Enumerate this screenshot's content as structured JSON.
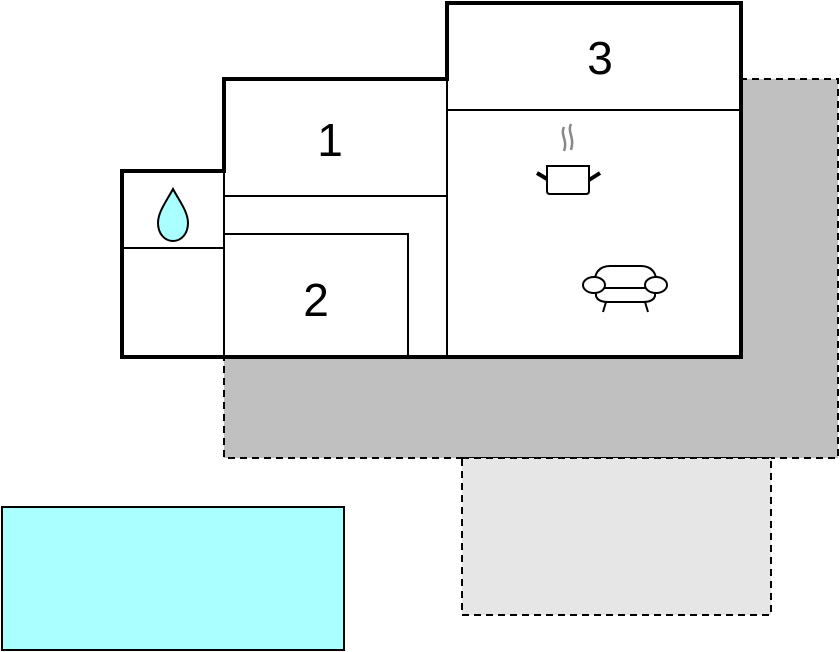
{
  "floorplan": {
    "rooms": [
      {
        "label": "1"
      },
      {
        "label": "2"
      },
      {
        "label": "3"
      }
    ],
    "icons": [
      "water-drop-icon",
      "cooking-pot-icon",
      "sofa-icon"
    ],
    "colors": {
      "terrace": "#c0c0c0",
      "garden": "#e6e6e6",
      "pool": "#aaffff",
      "drop": "#aaffff",
      "walls": "#000000"
    }
  }
}
